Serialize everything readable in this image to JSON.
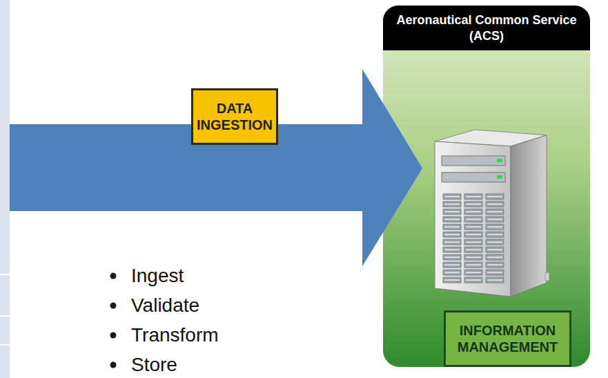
{
  "diagram": {
    "nodes": [
      {
        "text": [
          "DATA INGESTION"
        ]
      },
      {
        "text": [
          "Aeronautical Common Service (ACS)"
        ]
      },
      {
        "text": [
          "INFORMATION MANAGEMENT"
        ],
        "in": 1
      }
    ],
    "labels": [
      "Ingest",
      "Validate",
      "Transform",
      "Store"
    ]
  }
}
